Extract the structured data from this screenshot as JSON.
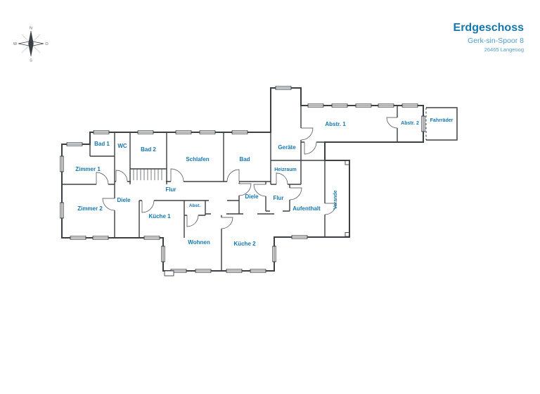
{
  "header": {
    "title": "Erdgeschoss",
    "subtitle": "Gerk-sin-Spoor 8",
    "address": "26465 Langeoog"
  },
  "compass": {
    "north": "N",
    "east": "O",
    "south": "S",
    "west": "W"
  },
  "colors": {
    "accent": "#1477af",
    "accent_light": "#4e9dc8",
    "wall": "#3b4045"
  },
  "plan": {
    "rooms": {
      "bad1": "Bad 1",
      "wc": "WC",
      "bad2": "Bad 2",
      "schlafen": "Schlafen",
      "bad": "Bad",
      "zimmer1": "Zimmer 1",
      "zimmer2": "Zimmer 2",
      "flur_links": "Flur",
      "flur_rechts": "Flur",
      "diele_links": "Diele",
      "diele_rechts": "Diele",
      "kueche1": "Küche 1",
      "kueche2": "Küche 2",
      "wohnen": "Wohnen",
      "abst": "Abst.",
      "heizraum": "Heizraum",
      "aufenthalt": "Aufenthalt",
      "geraete": "Geräte",
      "abstr1": "Abstr. 1",
      "abstr2": "Abstr. 2",
      "fahrraeder": "Fahrräder",
      "verande": "Verande"
    }
  }
}
